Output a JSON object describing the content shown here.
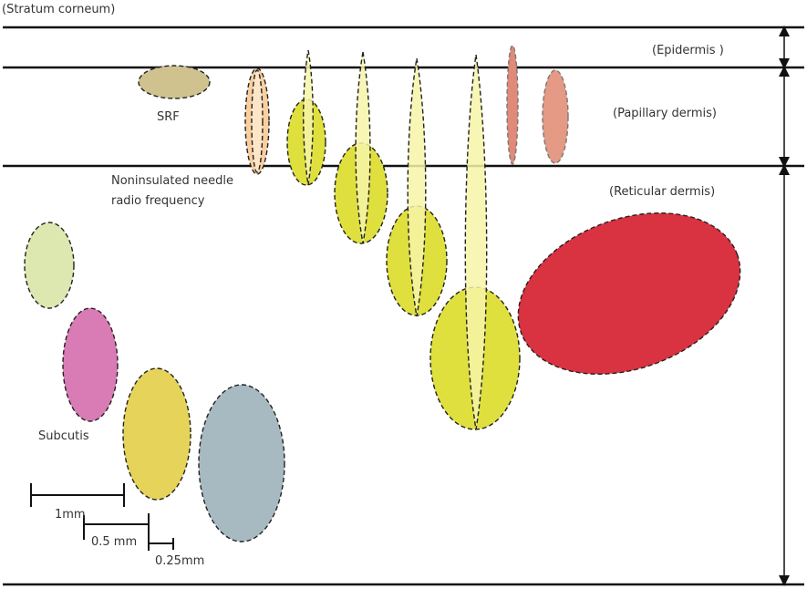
{
  "layers": {
    "stratum_corneum": "(Stratum corneum)",
    "epidermis": "(Epidermis )",
    "papillary_dermis": "(Papillary dermis)",
    "reticular_dermis": "(Reticular dermis)"
  },
  "labels": {
    "srf": "SRF",
    "needle_line1": "Noninsulated needle",
    "needle_line2": "radio frequency",
    "subcutis": "Subcutis"
  },
  "scale_bars": {
    "one_mm": "1mm",
    "half_mm": "0.5 mm",
    "quarter_mm": "0.25mm"
  },
  "colors": {
    "srf": "#cfc28f",
    "orange": "#f9cf9f",
    "needle_light": "#f7f4a8",
    "needle_zone": "#dfe03e",
    "red_narrow": "#e08a7a",
    "salmon": "#e49a84",
    "big_red": "#d93240",
    "light_green": "#dde8b0",
    "pink": "#d97bb5",
    "yellow": "#e6d35a",
    "gray_blue": "#a8bac1"
  }
}
